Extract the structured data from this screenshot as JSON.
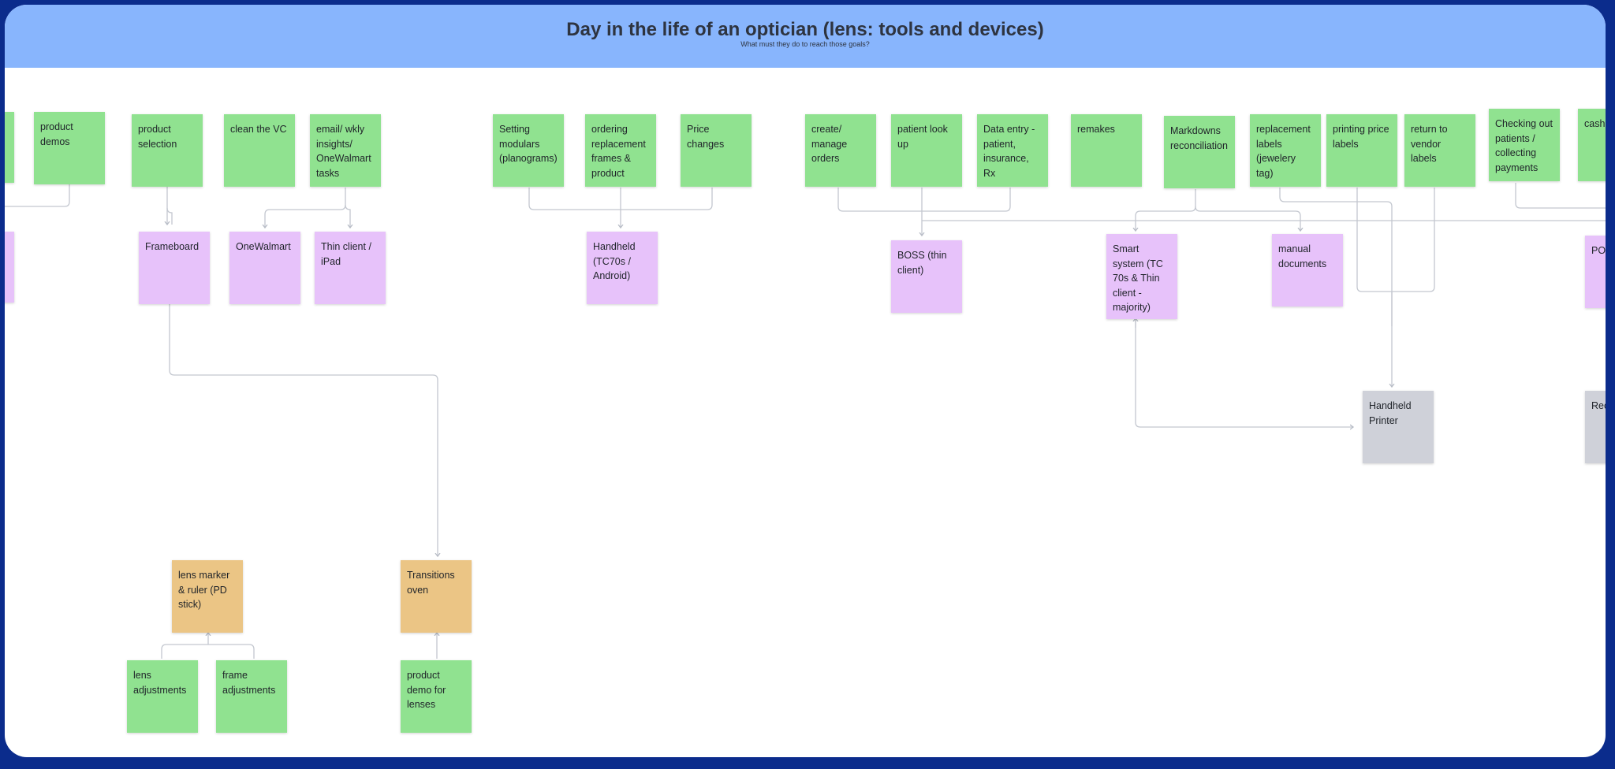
{
  "header": {
    "title": "Day in the life of an optician (lens: tools and devices)",
    "subtitle": "What must they do to reach those goals?"
  },
  "notes": {
    "product_demos": "product demos",
    "product_selection": "product selection",
    "clean_vc": "clean the VC",
    "email_insights": "email/ wkly insights/ OneWalmart tasks",
    "setting_modulars": "Setting modulars (planograms)",
    "ordering_frames": "ordering replacement frames & product",
    "price_changes": "Price changes",
    "create_orders": "create/ manage orders",
    "patient_lookup": "patient look up",
    "data_entry": "Data entry - patient, insurance, Rx",
    "remakes": "remakes",
    "markdowns": "Markdowns reconciliation",
    "replacement_labels": "replacement labels (jewelery tag)",
    "printing_price_labels": "printing price labels",
    "return_vendor_labels": "return to vendor labels",
    "checking_out": "Checking out patients / collecting payments",
    "cash_partial": "cash",
    "frameboard": "Frameboard",
    "onewalmart": "OneWalmart",
    "thin_client_ipad": "Thin client / iPad",
    "handheld_tc70": "Handheld (TC70s / Android)",
    "boss": "BOSS (thin client)",
    "smart_system": "Smart system (TC 70s & Thin client - majority)",
    "manual_documents": "manual documents",
    "pos_partial": "POS (re",
    "handheld_printer": "Handheld Printer",
    "receipt_printer_partial": "Rec Prin",
    "lens_marker": "lens marker & ruler (PD stick)",
    "transitions_oven": "Transitions oven",
    "lens_adjustments": "lens adjustments",
    "frame_adjustments": "frame adjustments",
    "product_demo_lenses": "product demo for lenses"
  }
}
